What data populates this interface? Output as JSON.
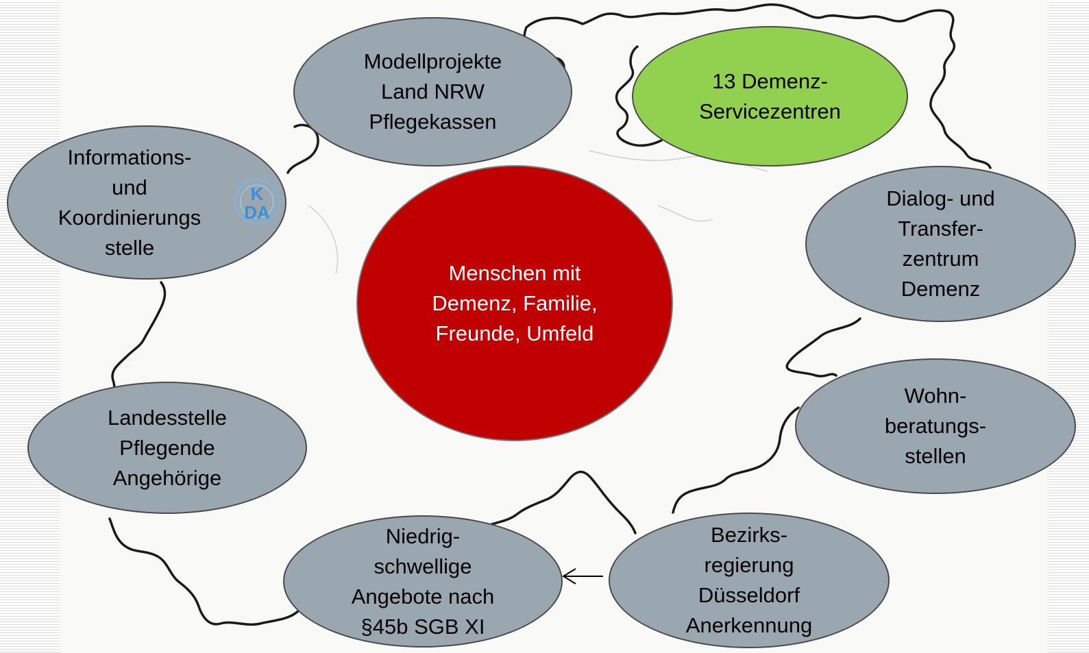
{
  "diagram": {
    "colors": {
      "node_gray": "#9aa6b0",
      "node_green": "#92d050",
      "node_center": "#c00000",
      "border": "#4a4a4a",
      "logo": "#3a8fd8"
    },
    "center": {
      "label": "Menschen mit\nDemenz, Familie,\nFreunde, Umfeld"
    },
    "nodes": {
      "modellprojekte": {
        "label": "Modellprojekte\nLand NRW\nPflegekassen"
      },
      "demenz_servicezentren": {
        "label": "13 Demenz-\nServicezentren"
      },
      "informationsstelle": {
        "label": "Informations-\nund\nKoordinierungs\nstelle"
      },
      "dialog_transfer": {
        "label": "Dialog- und\nTransfer-\nzentrum\nDemenz"
      },
      "wohnberatung": {
        "label": "Wohn-\nberatungs-\nstellen"
      },
      "landesstelle": {
        "label": "Landesstelle\nPflegende\nAngehörige"
      },
      "niedrigschwellig": {
        "label": "Niedrig-\nschwellige\nAngebote nach\n§45b SGB XI"
      },
      "bezirksregierung": {
        "label": "Bezirks-\nregierung\nDüsseldorf\nAnerkennung"
      }
    },
    "logo": {
      "name": "kda-logo-icon",
      "text": "KDA"
    },
    "arrow": {
      "from": "bezirksregierung",
      "to": "niedrigschwellig"
    }
  }
}
